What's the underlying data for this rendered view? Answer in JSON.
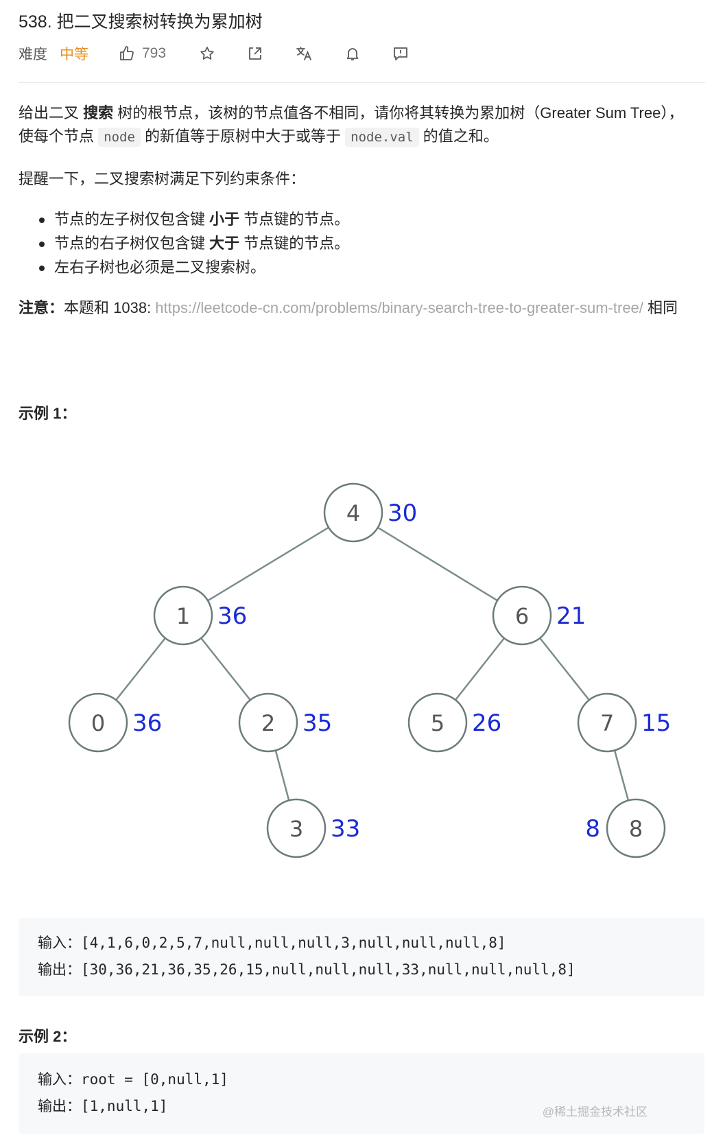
{
  "problem": {
    "title": "538. 把二叉搜索树转换为累加树",
    "difficulty_label": "难度",
    "difficulty": "中等",
    "likes": "793",
    "icons": [
      "thumbs-up-icon",
      "star-icon",
      "share-icon",
      "translate-icon",
      "bell-icon",
      "feedback-icon"
    ]
  },
  "description": {
    "p1_a": "给出二叉 ",
    "p1_bold": "搜索",
    "p1_b": " 树的根节点，该树的节点值各不相同，请你将其转换为累加树（Greater Sum Tree），使每个节点 ",
    "code_node": "node",
    "p1_c": " 的新值等于原树中大于或等于 ",
    "code_node_val": "node.val",
    "p1_d": " 的值之和。",
    "p2": "提醒一下，二叉搜索树满足下列约束条件：",
    "rules": [
      {
        "a": "节点的左子树仅包含键 ",
        "bold": "小于",
        "b": " 节点键的节点。"
      },
      {
        "a": "节点的右子树仅包含键 ",
        "bold": "大于",
        "b": " 节点键的节点。"
      },
      {
        "a": "左右子树也必须是二叉搜索树。",
        "bold": "",
        "b": ""
      }
    ],
    "note_label": "注意：",
    "note_text": "本题和 1038: ",
    "note_link": "https://leetcode-cn.com/problems/binary-search-tree-to-greater-sum-tree/",
    "note_end": " 相同"
  },
  "example1": {
    "heading": "示例 1：",
    "input": "输入：[4,1,6,0,2,5,7,null,null,null,3,null,null,null,8]",
    "output": "输出：[30,36,21,36,35,26,15,null,null,null,33,null,null,null,8]"
  },
  "tree": {
    "nodes": [
      {
        "id": "n4",
        "value": "4",
        "sum": "30"
      },
      {
        "id": "n1",
        "value": "1",
        "sum": "36"
      },
      {
        "id": "n6",
        "value": "6",
        "sum": "21"
      },
      {
        "id": "n0",
        "value": "0",
        "sum": "36"
      },
      {
        "id": "n2",
        "value": "2",
        "sum": "35"
      },
      {
        "id": "n5",
        "value": "5",
        "sum": "26"
      },
      {
        "id": "n7",
        "value": "7",
        "sum": "15"
      },
      {
        "id": "n3",
        "value": "3",
        "sum": "33"
      },
      {
        "id": "n8",
        "value": "8",
        "sum": "8"
      }
    ],
    "edges": [
      [
        "n4",
        "n1"
      ],
      [
        "n4",
        "n6"
      ],
      [
        "n1",
        "n0"
      ],
      [
        "n1",
        "n2"
      ],
      [
        "n6",
        "n5"
      ],
      [
        "n6",
        "n7"
      ],
      [
        "n2",
        "n3"
      ],
      [
        "n7",
        "n8"
      ]
    ],
    "colors": {
      "node_stroke": "#6b7b7b",
      "edge": "#7b8c8c",
      "sum_text": "#1a2bd6",
      "value_text": "#555555"
    }
  },
  "example2": {
    "heading": "示例 2：",
    "input": "输入：root = [0,null,1]",
    "output": "输出：[1,null,1]"
  },
  "watermark": "@稀土掘金技术社区"
}
